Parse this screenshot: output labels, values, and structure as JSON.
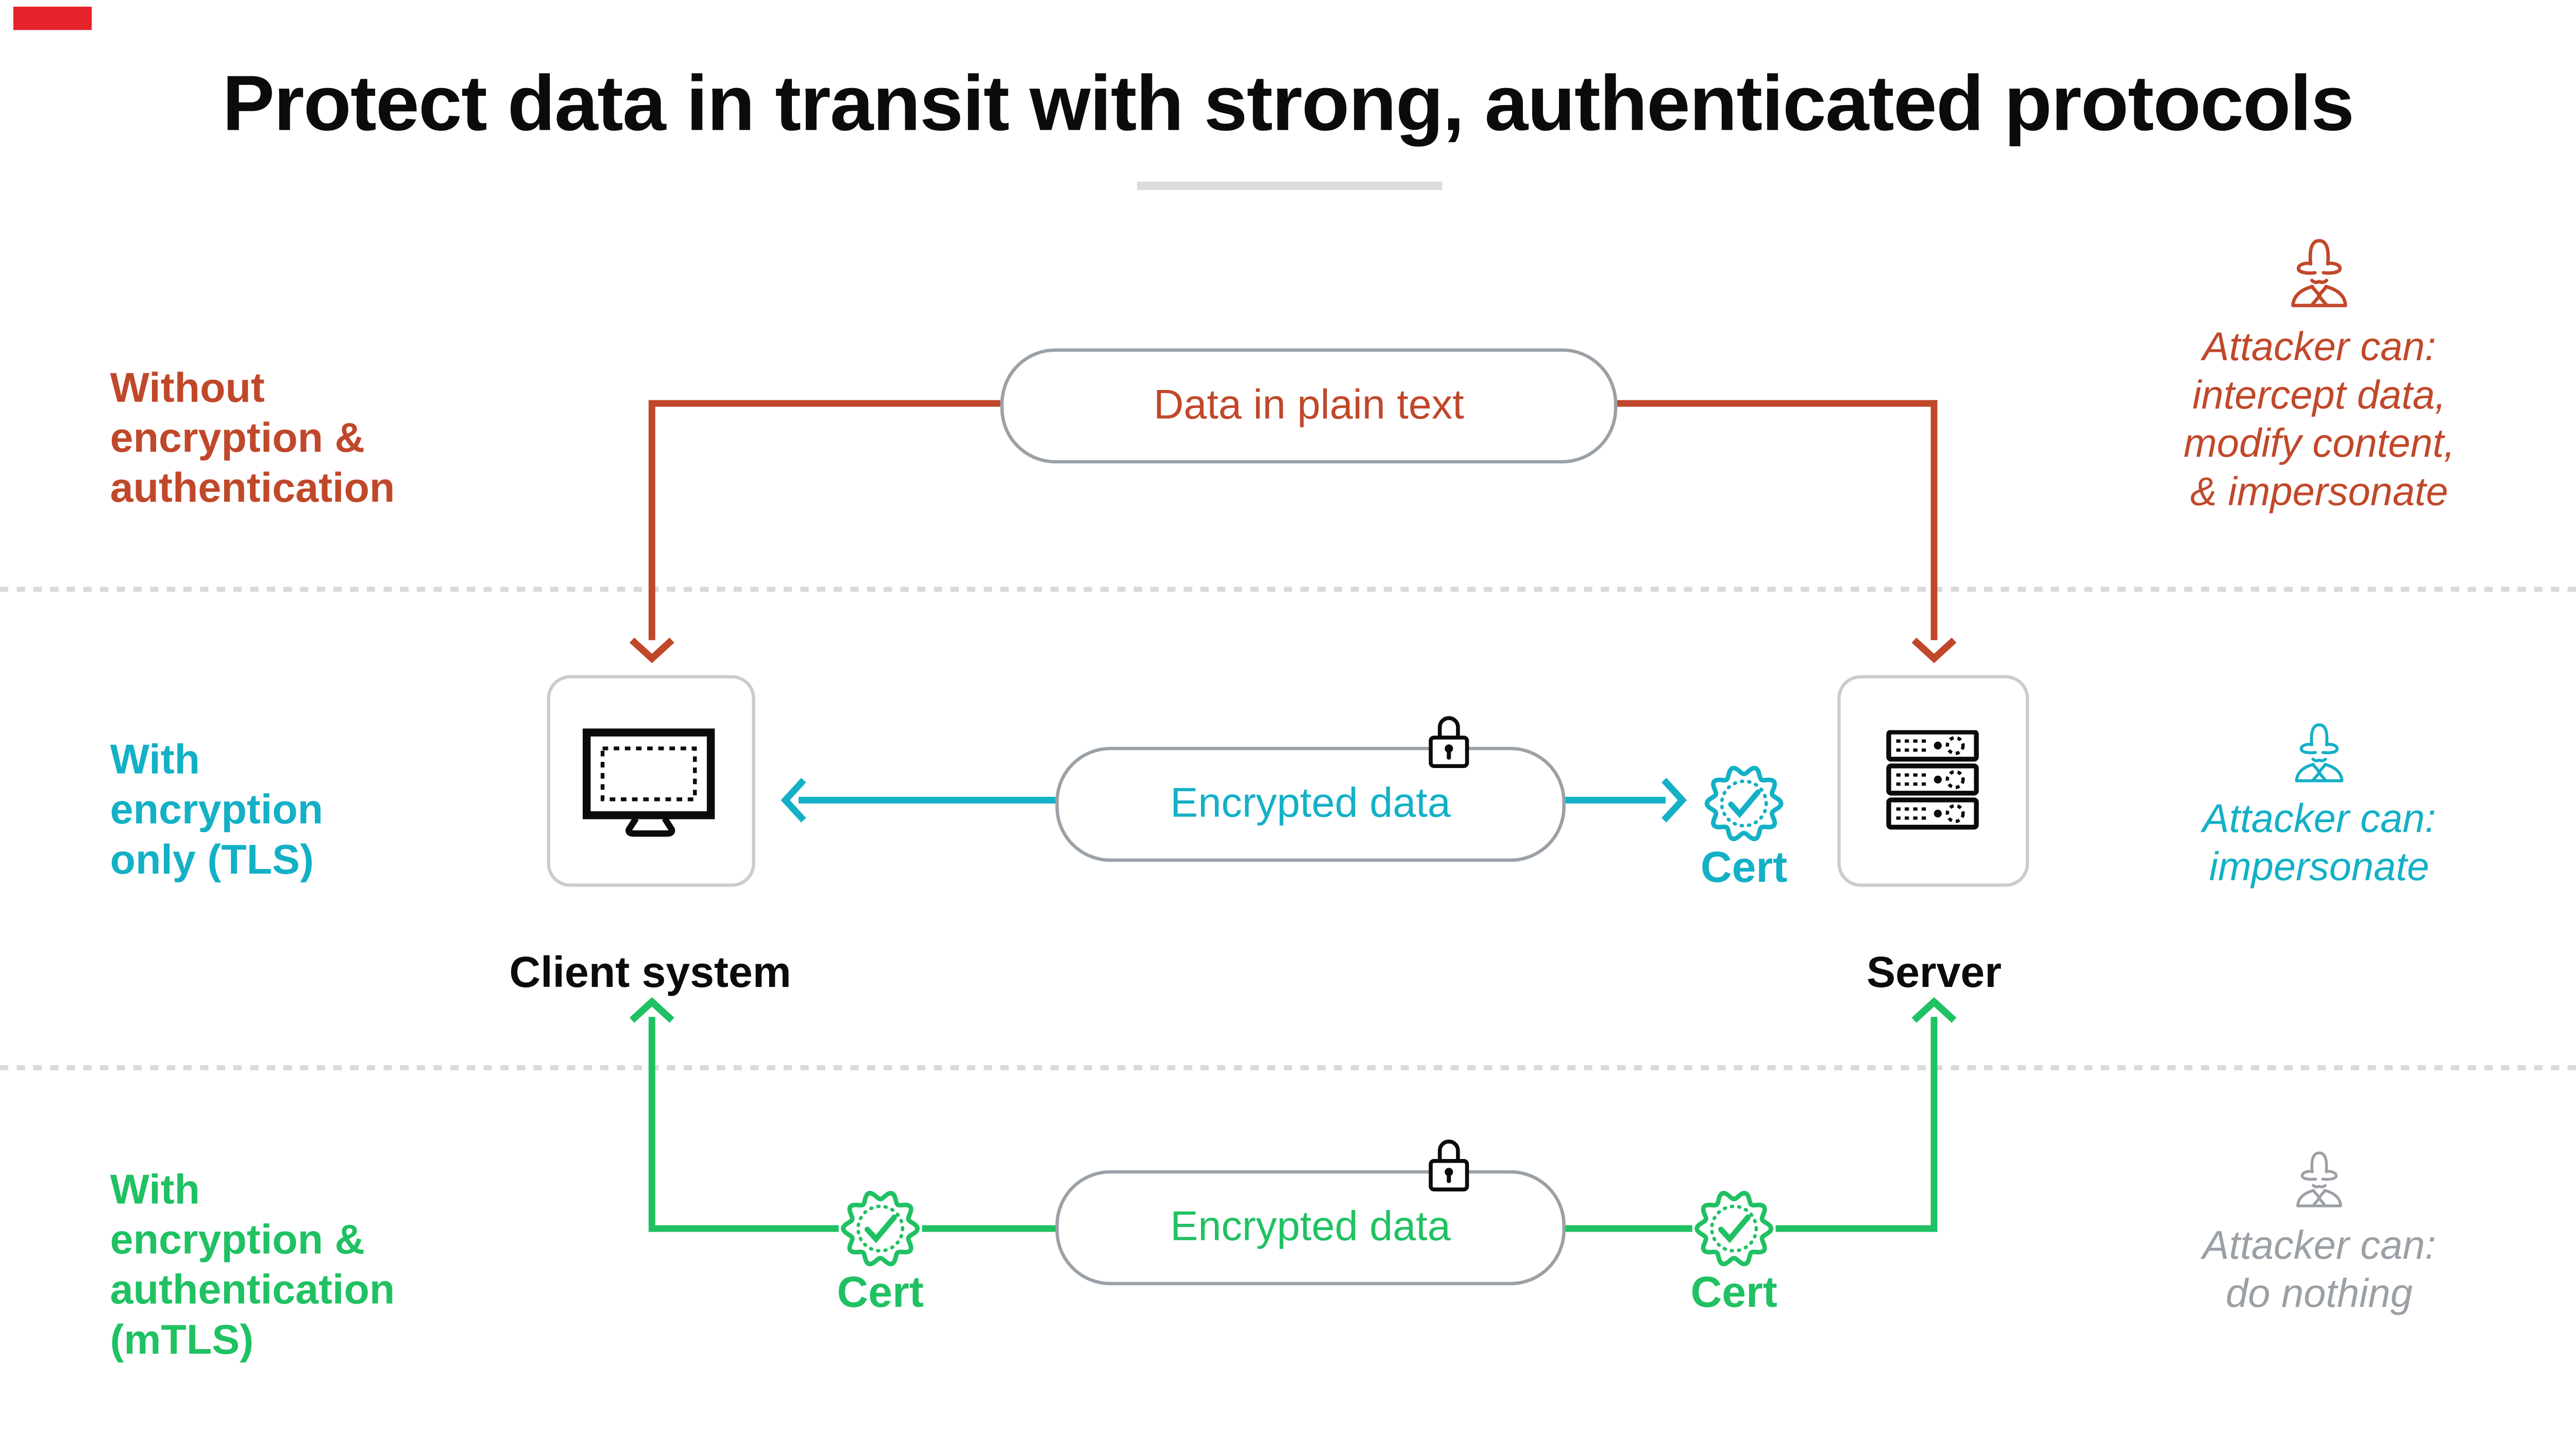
{
  "title": {
    "text": "Protect data in transit with strong, authenticated protocols"
  },
  "rows": [
    {
      "label_lines": [
        "Without",
        "encryption &",
        "authentication"
      ],
      "pill_label": "Data in plain text",
      "attacker_lines": [
        "Attacker can:",
        "intercept data,",
        "modify content,",
        "& impersonate"
      ]
    },
    {
      "label_lines": [
        "With",
        "encryption",
        "only (TLS)"
      ],
      "pill_label": "Encrypted data",
      "cert_label": "Cert",
      "attacker_lines": [
        "Attacker can:",
        "impersonate"
      ]
    },
    {
      "label_lines": [
        "With",
        "encryption &",
        "authentication",
        "(mTLS)"
      ],
      "pill_label": "Encrypted data",
      "cert_label_left": "Cert",
      "cert_label_right": "Cert",
      "attacker_lines": [
        "Attacker can:",
        "do nothing"
      ]
    }
  ],
  "nodes": {
    "client_label": "Client system",
    "server_label": "Server"
  },
  "icons": [
    "spy-icon",
    "padlock-icon",
    "cert-rosette-icon",
    "monitor-icon",
    "server-rack-icon"
  ],
  "colors": {
    "red": "#c0482a",
    "cyan": "#13b0c6",
    "green": "#20c162",
    "attacker_gray": "#9aa0a6",
    "pill_border": "#9aa1a7",
    "card_border": "#cacccf",
    "divider": "#d9d9d9",
    "title_underline": "#dcdcdc",
    "corner_mark": "#e8222a",
    "ink": "#0b0b0b"
  }
}
